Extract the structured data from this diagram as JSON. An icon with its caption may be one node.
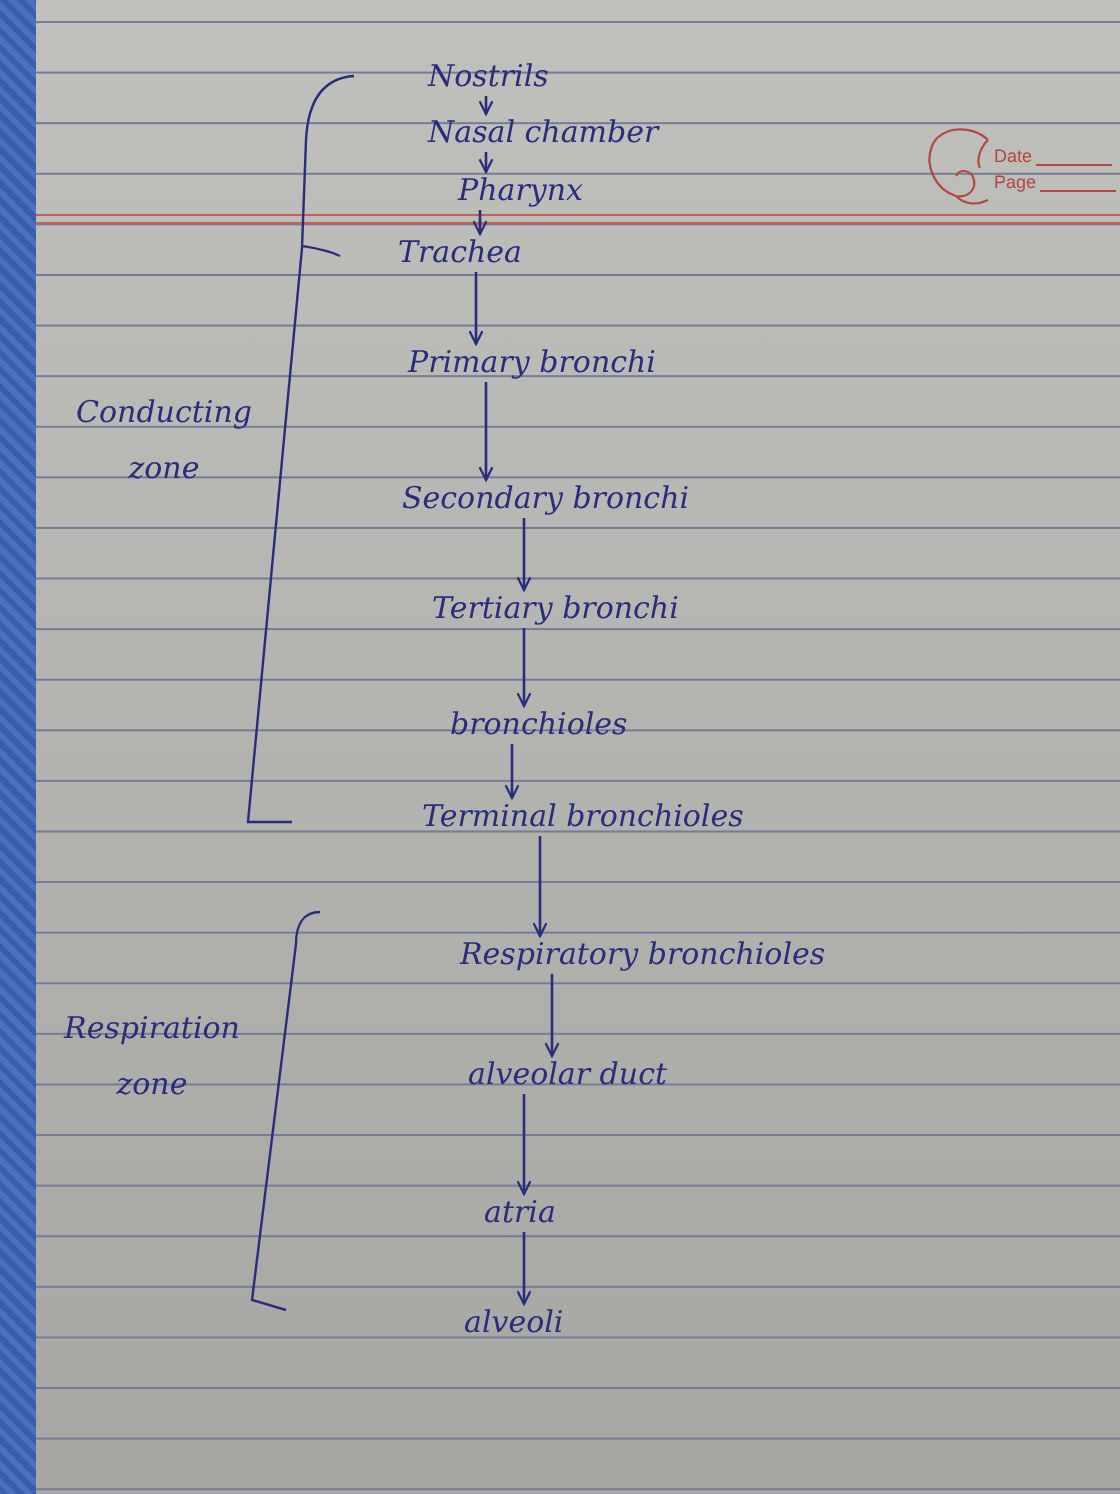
{
  "diagram": {
    "nodes": [
      {
        "text": [
          "Nostrils"
        ]
      },
      {
        "text": [
          "Nasal chamber"
        ]
      },
      {
        "text": [
          "Pharynx"
        ]
      },
      {
        "text": [
          "Trachea"
        ]
      },
      {
        "text": [
          "Primary bronchi"
        ]
      },
      {
        "text": [
          "Secondary bronchi"
        ]
      },
      {
        "text": [
          "Tertiary bronchi"
        ]
      },
      {
        "text": [
          "bronchioles"
        ]
      },
      {
        "text": [
          "Terminal bronchioles"
        ]
      },
      {
        "text": [
          "Respiratory bronchioles"
        ]
      },
      {
        "text": [
          "alveolar duct"
        ]
      },
      {
        "text": [
          "atria"
        ]
      },
      {
        "text": [
          "alveoli"
        ]
      }
    ],
    "edges": [
      {
        "from": 0,
        "to": 1,
        "arrow": "to"
      },
      {
        "from": 1,
        "to": 2,
        "arrow": "to"
      },
      {
        "from": 2,
        "to": 3,
        "arrow": "to"
      },
      {
        "from": 3,
        "to": 4,
        "arrow": "to"
      },
      {
        "from": 4,
        "to": 5,
        "arrow": "to"
      },
      {
        "from": 5,
        "to": 6,
        "arrow": "to"
      },
      {
        "from": 6,
        "to": 7,
        "arrow": "to"
      },
      {
        "from": 7,
        "to": 8,
        "arrow": "to"
      },
      {
        "from": 8,
        "to": 9,
        "arrow": "to"
      },
      {
        "from": 9,
        "to": 10,
        "arrow": "to"
      },
      {
        "from": 10,
        "to": 11,
        "arrow": "to"
      },
      {
        "from": 11,
        "to": 12,
        "arrow": "to"
      }
    ],
    "labels": [
      "Date",
      "Page",
      "Conducting zone",
      "Respiration zone"
    ]
  }
}
